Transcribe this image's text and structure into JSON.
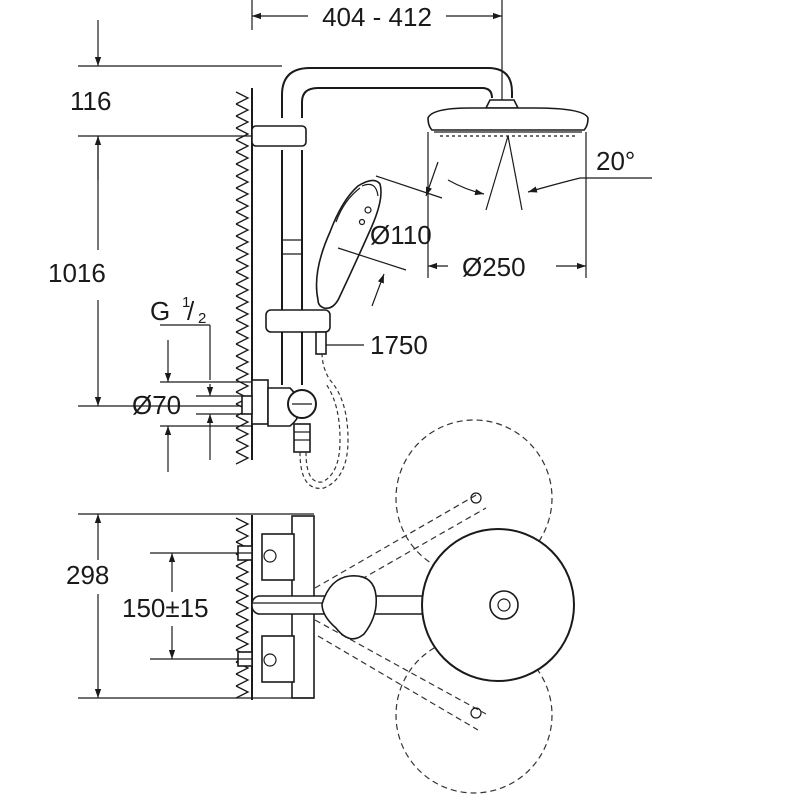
{
  "dimensions": {
    "arm_projection": "404 - 412",
    "top_offset": "116",
    "bar_height": "1016",
    "thread_label": "G",
    "thread_sup": "1",
    "thread_slash": "/",
    "thread_sub": "2",
    "rosette": "Ø70",
    "hand_shower": "Ø110",
    "head_shower": "Ø250",
    "tilt_angle": "20°",
    "hose_length": "1750",
    "valve_width": "298",
    "centres": "150±15"
  },
  "colors": {
    "line": "#1a1a1a",
    "background": "#ffffff"
  }
}
